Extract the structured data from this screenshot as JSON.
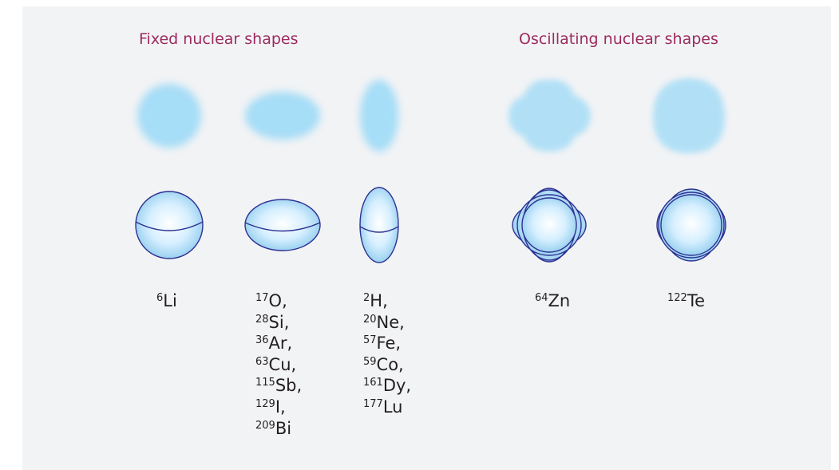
{
  "headings": {
    "fixed": "Fixed nuclear shapes",
    "oscillating": "Oscillating nuclear shapes"
  },
  "colors": {
    "heading": "#9c2b5f",
    "blur_fill": "#a6ddf7",
    "outline": "#2e3192",
    "panel_background": "#f2f3f5",
    "text": "#231f20"
  },
  "columns": [
    {
      "id": "spherical",
      "nuclei": [
        {
          "mass": "6",
          "symbol": "Li"
        }
      ]
    },
    {
      "id": "oblate",
      "nuclei": [
        {
          "mass": "17",
          "symbol": "O,"
        },
        {
          "mass": "28",
          "symbol": "Si,"
        },
        {
          "mass": "36",
          "symbol": "Ar,"
        },
        {
          "mass": "63",
          "symbol": "Cu,"
        },
        {
          "mass": "115",
          "symbol": "Sb,"
        },
        {
          "mass": "129",
          "symbol": "I,"
        },
        {
          "mass": "209",
          "symbol": "Bi"
        }
      ]
    },
    {
      "id": "prolate",
      "nuclei": [
        {
          "mass": "2",
          "symbol": "H,"
        },
        {
          "mass": "20",
          "symbol": "Ne,"
        },
        {
          "mass": "57",
          "symbol": "Fe,"
        },
        {
          "mass": "59",
          "symbol": "Co,"
        },
        {
          "mass": "161",
          "symbol": "Dy,"
        },
        {
          "mass": "177",
          "symbol": "Lu"
        }
      ]
    },
    {
      "id": "octupole-oscillating",
      "nuclei": [
        {
          "mass": "64",
          "symbol": "Zn"
        }
      ]
    },
    {
      "id": "hexadecapole-oscillating",
      "nuclei": [
        {
          "mass": "122",
          "symbol": "Te"
        }
      ]
    }
  ]
}
